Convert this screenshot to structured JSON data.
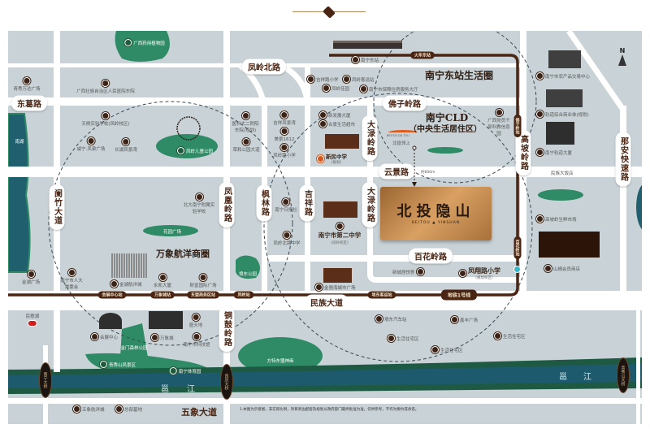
{
  "colors": {
    "block": "#c9d3d7",
    "road": "#ffffff",
    "metro": "#4a2514",
    "river": "#1d5a6e",
    "river_bank": "#1e5a43",
    "park": "#2f8a66",
    "project_gold": "#c98a45"
  },
  "roads": {
    "donggelu": "东葛路",
    "fenglingbeilu": "凤岭北路",
    "foziling": "佛子岭路",
    "yunjing": "云景路",
    "daluling_n": "大渌岭路",
    "daluling_s": "大渌岭路",
    "fenghuangling": "凤凰岭路",
    "fenglin": "枫林路",
    "jixiang": "吉祥路",
    "gaopoling": "高坡岭路",
    "naan": "那安快速路",
    "lanzhu": "阑竹大道",
    "baihualing": "百花岭路",
    "minzu": "民族大道",
    "tonggu": "铜鼓岭路",
    "wuxiang": "五象大道"
  },
  "districts": {
    "east_station": "南宁东站生活圈",
    "cld": "南宁CLD",
    "cld_sub": "（中央生活居住区）",
    "wanxiang": "万象航洋商圈"
  },
  "project": {
    "name": "北投隐山",
    "name_en": "BEITOU ▲ YINSHAN",
    "neighbor": "北投领上",
    "neighbor_en": "BEITOU DA TOU",
    "distance": "约600m"
  },
  "metro": {
    "line": "地铁1号线",
    "stations": [
      "火车东站",
      "佛子岭站",
      "百花岭站",
      "埌东客运站",
      "凤岭站",
      "东盟商务区站",
      "万象城站",
      "会展中心站"
    ]
  },
  "bridges": [
    "南宁大桥",
    "良庆大桥",
    "青秀山大桥"
  ],
  "river": "邕江",
  "compass": "N",
  "parks": [
    "广西药用植物园",
    "凤岭儿童公园",
    "花园广场",
    "埌东公园",
    "金门森林公园",
    "青秀山风景区",
    "南宁体育园",
    "方特东盟神画",
    "南湖"
  ],
  "pois": [
    {
      "label": "青秀万达广场",
      "icon": "mall"
    },
    {
      "label": "广西壮族自治区人民医院东院",
      "icon": "hospital"
    },
    {
      "label": "天桃实验学校(凤岭校区)",
      "icon": "school"
    },
    {
      "label": "咸宁·凤泉广场",
      "icon": "mall"
    },
    {
      "label": "长湖凤景湾",
      "icon": "residence"
    },
    {
      "label": "医科大二附院东院(规划)",
      "icon": "hospital"
    },
    {
      "label": "荣和公园大道",
      "icon": "residence"
    },
    {
      "label": "吉祥凤景湾",
      "icon": "residence"
    },
    {
      "label": "美景1612",
      "icon": "residence"
    },
    {
      "label": "凤岭路小学",
      "icon": "school"
    },
    {
      "label": "吉祥路小学",
      "icon": "school"
    },
    {
      "label": "凤岭客运站",
      "icon": "bus"
    },
    {
      "label": "凤岭佳园",
      "icon": "residence"
    },
    {
      "label": "南宁市保障住房服务大厅",
      "icon": "office"
    },
    {
      "label": "南宁东站",
      "icon": "train"
    },
    {
      "label": "新发展大厦",
      "icon": "office"
    },
    {
      "label": "合景生活超市",
      "icon": "mall"
    },
    {
      "label": "新民中学",
      "icon": "school",
      "note": "(规划)"
    },
    {
      "label": "南宁日报社",
      "icon": "office"
    },
    {
      "label": "南宁市第二中学",
      "icon": "school",
      "note": "(凤岭校区)"
    },
    {
      "label": "凤岭北路中学",
      "icon": "school"
    },
    {
      "label": "金驰海城市广场",
      "icon": "mall"
    },
    {
      "label": "新城居悦荟",
      "icon": "mall"
    },
    {
      "label": "凤翔路小学",
      "icon": "school",
      "note": "(规划校区)"
    },
    {
      "label": "广西党员干部科教信息园",
      "icon": "star"
    },
    {
      "label": "南宁市农产品交易中心",
      "icon": "mall"
    },
    {
      "label": "轨道综合商业体(规划)",
      "icon": "mall"
    },
    {
      "label": "南宁轨道大厦",
      "icon": "office"
    },
    {
      "label": "民族大饭店",
      "icon": "none"
    },
    {
      "label": "高坡岭生鲜市场",
      "icon": "mall"
    },
    {
      "label": "山姆会员商店",
      "icon": "mall"
    },
    {
      "label": "北大南宁附属实验学校",
      "icon": "school"
    },
    {
      "label": "金湖广场",
      "icon": "mall"
    },
    {
      "label": "南宁市人大常委会",
      "icon": "star"
    },
    {
      "label": "金湖航洋城",
      "icon": "mall"
    },
    {
      "label": "永凯大厦",
      "icon": "office"
    },
    {
      "label": "财富国际广场",
      "icon": "office"
    },
    {
      "label": "民歌湖",
      "icon": "lake"
    },
    {
      "label": "会展中心",
      "icon": "office"
    },
    {
      "label": "万象城",
      "icon": "mall"
    },
    {
      "label": "盛天地",
      "icon": "mall"
    },
    {
      "label": "南宁市科技馆",
      "icon": "office"
    },
    {
      "label": "埌东汽车站",
      "icon": "bus"
    },
    {
      "label": "鑫丰广场",
      "icon": "office"
    },
    {
      "label": "生活住宅区",
      "icon": "residence"
    },
    {
      "label": "生活住宅区",
      "icon": "residence"
    },
    {
      "label": "生活住宅区",
      "icon": "residence"
    },
    {
      "label": "五象航洋城",
      "icon": "mall"
    },
    {
      "label": "总部基地",
      "icon": "office"
    }
  ],
  "disclaimer": "1.本图为示意图，非实际比例，项目周边配套及规划以政府部门最终批准为准，仅供参考，不作为要约或承诺。"
}
